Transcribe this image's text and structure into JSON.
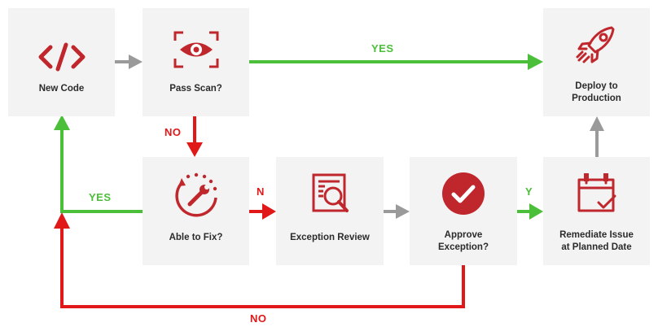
{
  "nodes": {
    "new_code": "New Code",
    "pass_scan": "Pass Scan?",
    "deploy": "Deploy to\nProduction",
    "able_fix": "Able to Fix?",
    "exception_review": "Exception Review",
    "approve_exception": "Approve\nException?",
    "remediate": "Remediate Issue\nat Planned Date"
  },
  "edges": {
    "scan_yes": "YES",
    "scan_no": "NO",
    "fix_yes": "YES",
    "fix_no": "N",
    "approve_yes": "Y",
    "approve_no": "NO"
  },
  "colors": {
    "green": "#4cbf3a",
    "red": "#e01818",
    "gray": "#9a9a9a",
    "icon": "#c0272d",
    "box": "#f3f3f3"
  },
  "icons": {
    "new_code": "code-icon",
    "pass_scan": "eye-scan-icon",
    "deploy": "rocket-icon",
    "able_fix": "wrench-gauge-icon",
    "exception_review": "document-search-icon",
    "approve_exception": "checkmark-circle-icon",
    "remediate": "calendar-check-icon"
  }
}
